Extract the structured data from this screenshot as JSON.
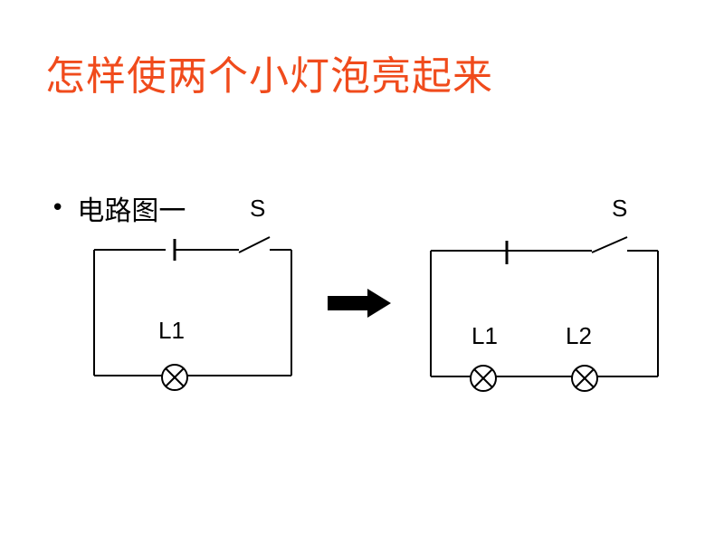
{
  "title": "怎样使两个小灯泡亮起来",
  "bullet": {
    "text": "电路图一"
  },
  "circuit_one": {
    "switch_label": "S",
    "lamp_label": "L1"
  },
  "circuit_two": {
    "switch_label": "S",
    "lamp1_label": "L1",
    "lamp2_label": "L2"
  },
  "colors": {
    "title": "#f04b1c",
    "lines": "#000000"
  }
}
